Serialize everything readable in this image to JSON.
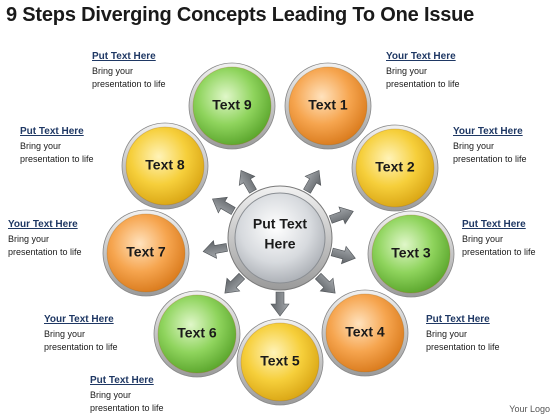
{
  "title": "9 Steps Diverging Concepts Leading To One Issue",
  "center": {
    "line1": "Put Text",
    "line2": "Here"
  },
  "nodes": [
    {
      "label": "Text 1",
      "color": "orange"
    },
    {
      "label": "Text 2",
      "color": "yellow"
    },
    {
      "label": "Text 3",
      "color": "green"
    },
    {
      "label": "Text 4",
      "color": "orange"
    },
    {
      "label": "Text 5",
      "color": "yellow"
    },
    {
      "label": "Text 6",
      "color": "green"
    },
    {
      "label": "Text 7",
      "color": "orange"
    },
    {
      "label": "Text 8",
      "color": "yellow"
    },
    {
      "label": "Text 9",
      "color": "green"
    }
  ],
  "callouts": [
    {
      "title": "Put Text Here",
      "line1": "Bring your",
      "line2": "presentation to life"
    },
    {
      "title": "Your Text Here",
      "line1": "Bring your",
      "line2": "presentation to life"
    },
    {
      "title": "Your Text Here",
      "line1": "Bring your",
      "line2": "presentation to life"
    },
    {
      "title": "Put Text Here",
      "line1": "Bring your",
      "line2": "presentation to life"
    },
    {
      "title": "Put Text Here",
      "line1": "Bring your",
      "line2": "presentation to life"
    },
    {
      "title": "Your Text Here",
      "line1": "Bring your",
      "line2": "presentation to life"
    },
    {
      "title": "Your Text Here",
      "line1": "Bring your",
      "line2": "presentation to life"
    },
    {
      "title": "Put Text Here",
      "line1": "Bring your",
      "line2": "presentation to life"
    },
    {
      "title": "Put Text Here",
      "line1": "Bring your",
      "line2": "presentation to life"
    }
  ],
  "footer": {
    "logo": "Your Logo"
  },
  "colors": {
    "orange": "#f4a64e",
    "yellow": "#f6cf3b",
    "green": "#8fd45d",
    "center": "#cfd3d8",
    "arrow": "#7b7f84",
    "callout_title": "#1f3864"
  }
}
